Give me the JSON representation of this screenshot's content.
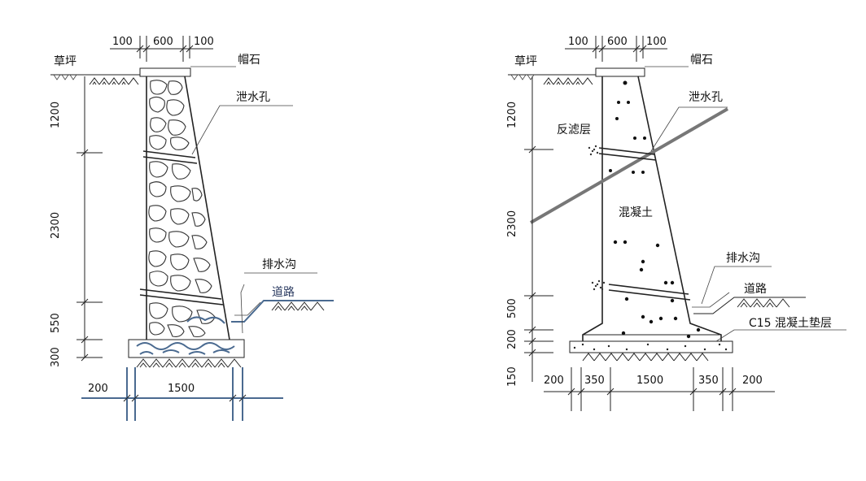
{
  "left_wall": {
    "top_dims": [
      "100",
      "600",
      "100"
    ],
    "vertical_dims": [
      "1200",
      "2300",
      "550",
      "300"
    ],
    "bottom_dims": [
      "200",
      "1500"
    ],
    "labels": {
      "lawn": "草坪",
      "coping": "帽石",
      "weep_hole": "泄水孔",
      "drain": "排水沟",
      "road": "道路"
    }
  },
  "right_wall": {
    "top_dims": [
      "100",
      "600",
      "100"
    ],
    "vertical_dims": [
      "1200",
      "2300",
      "500",
      "200",
      "150"
    ],
    "bottom_dims": [
      "200",
      "350",
      "1500",
      "350",
      "200"
    ],
    "labels": {
      "lawn": "草坪",
      "coping": "帽石",
      "weep_hole": "泄水孔",
      "filter": "反滤层",
      "concrete": "混凝土",
      "drain": "排水沟",
      "road": "道路",
      "cushion": "C15 混凝土垫层"
    }
  }
}
